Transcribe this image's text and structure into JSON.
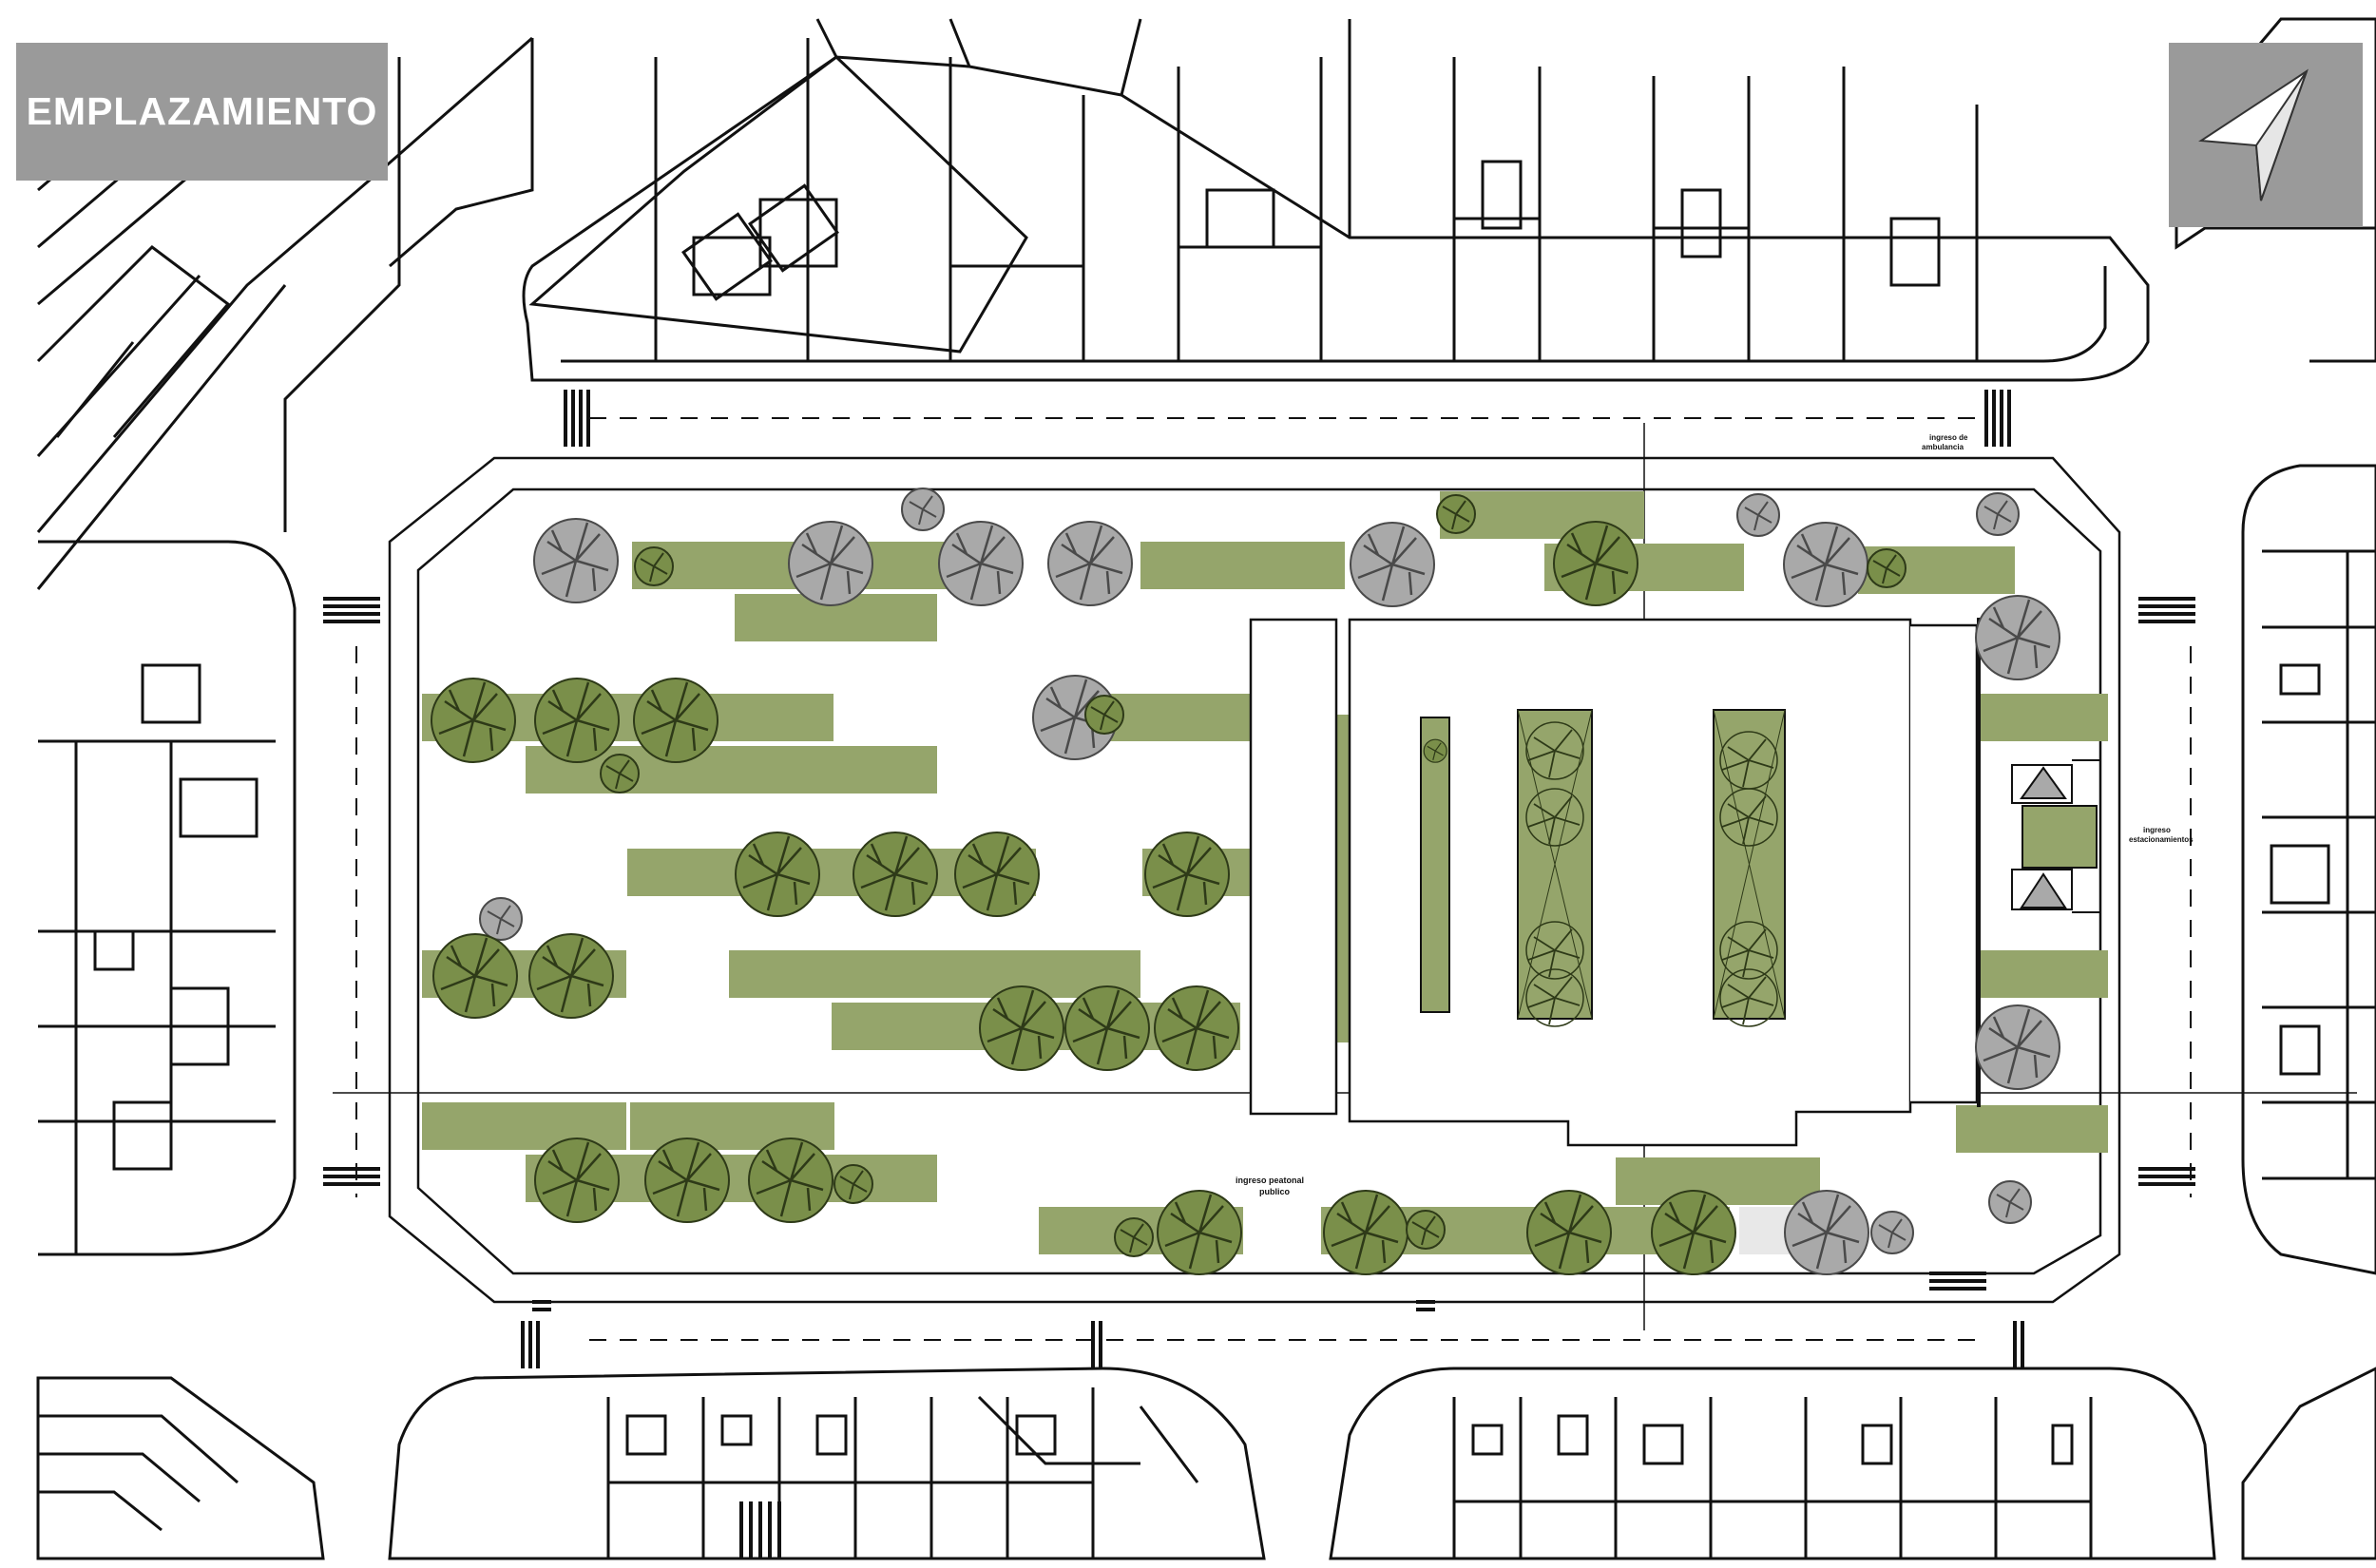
{
  "title": "EMPLAZAMIENTO",
  "north_arrow_icon": "north-arrow-icon",
  "labels": {
    "ambulance": [
      "ingreso de",
      "ambulancia"
    ],
    "parking": [
      "ingreso",
      "estacionamientos"
    ],
    "pedestrian": [
      "ingreso peatonal",
      "publico"
    ]
  },
  "colors": {
    "lawn": "#95a56b",
    "tree_green": "#7a8f4a",
    "tree_grey": "#a9a9a9",
    "line": "#111111",
    "box": "#9a9a9a"
  }
}
